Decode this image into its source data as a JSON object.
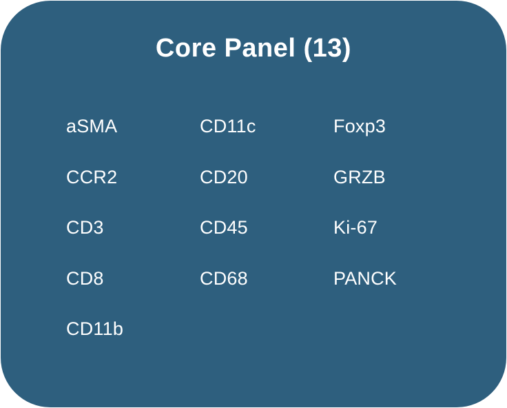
{
  "panel": {
    "title": "Core Panel (13)",
    "marker_count": "13",
    "columns": [
      {
        "items": [
          "aSMA",
          "CCR2",
          "CD3",
          "CD8",
          "CD11b"
        ]
      },
      {
        "items": [
          "CD11c",
          "CD20",
          "CD45",
          "CD68"
        ]
      },
      {
        "items": [
          "Foxp3",
          "GRZB",
          "Ki-67",
          "PANCK"
        ]
      }
    ],
    "colors": {
      "card_bg": "#2e5f7e",
      "text": "#ffffff"
    }
  }
}
